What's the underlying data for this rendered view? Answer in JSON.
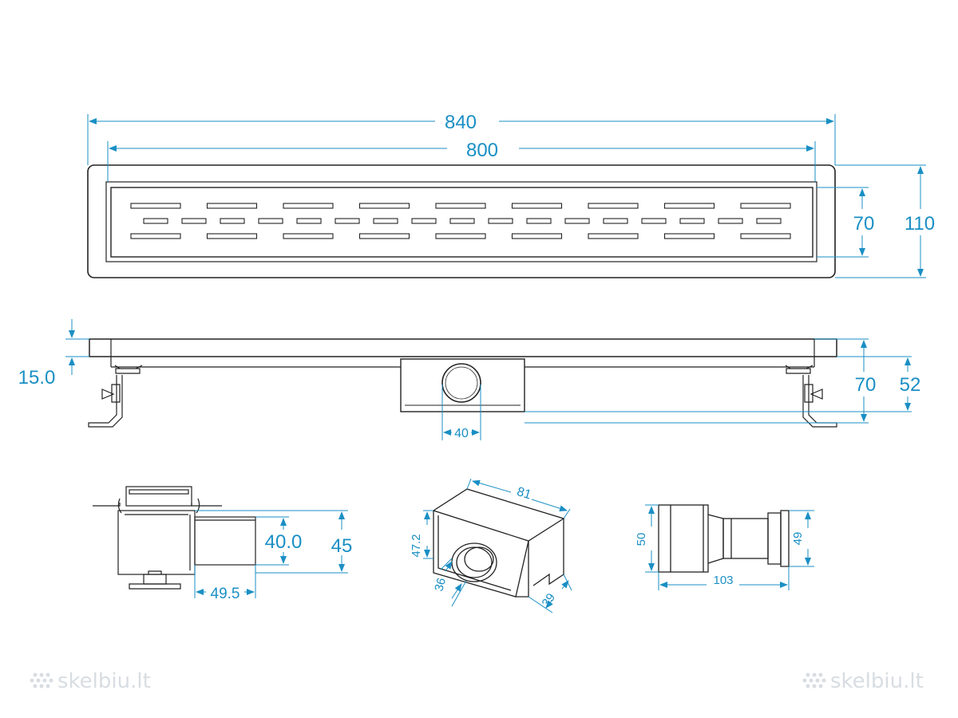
{
  "colors": {
    "dimension": "#1a8fc4",
    "outline": "#222222"
  },
  "top_view": {
    "overall_length": "840",
    "grate_length": "800",
    "grate_width": "70",
    "overall_width": "110"
  },
  "side_view": {
    "flange_height": "15.0",
    "total_depth": "70",
    "channel_depth": "52",
    "outlet_diameter": "40"
  },
  "section_view": {
    "outlet_height": "40.0",
    "body_height": "45",
    "outlet_projection": "49.5"
  },
  "sump_view": {
    "length": "81",
    "height": "47.2",
    "outlet": "36",
    "depth": "39"
  },
  "trap_view": {
    "inlet_diameter": "50",
    "outlet_diameter": "49",
    "length": "103"
  },
  "watermark": {
    "text": "skelbiu.lt",
    "icon": "skelbiu-logo-icon"
  }
}
